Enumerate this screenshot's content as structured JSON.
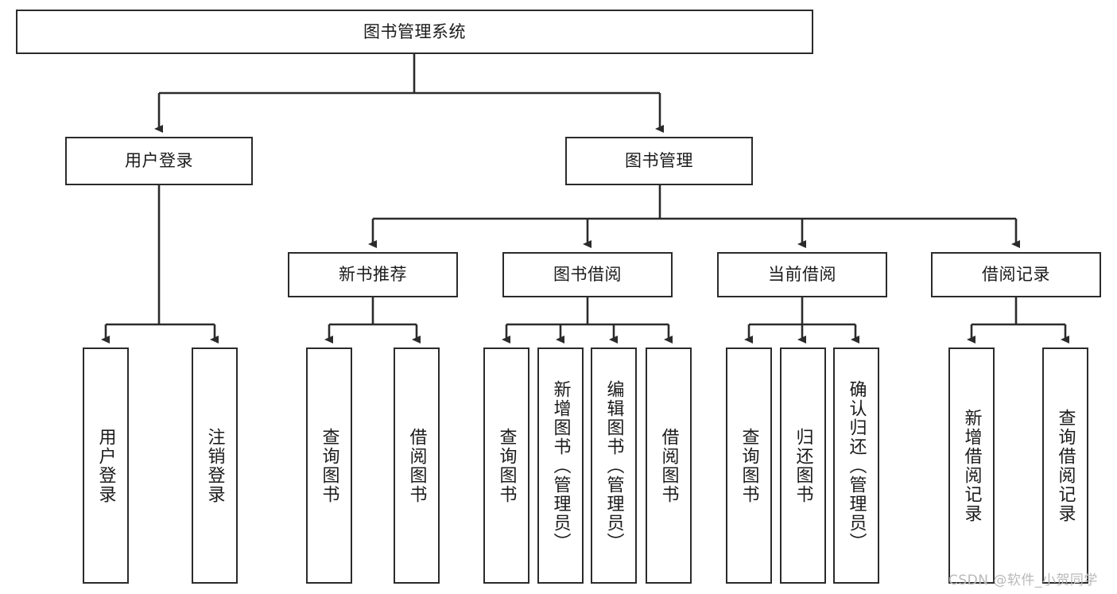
{
  "diagram": {
    "title": "图书管理系统",
    "watermark": "CSDN @软件_小贺同学",
    "colors": {
      "stroke": "#2b2b2b",
      "fill": "#ffffff",
      "text": "#1b1b1b",
      "watermark": "#b9b9b9"
    },
    "levels": {
      "root": {
        "label": "图书管理系统"
      },
      "level2": [
        {
          "label": "用户登录"
        },
        {
          "label": "图书管理"
        }
      ],
      "level3": [
        {
          "label": "新书推荐"
        },
        {
          "label": "图书借阅"
        },
        {
          "label": "当前借阅"
        },
        {
          "label": "借阅记录"
        }
      ],
      "leaves": {
        "user_login": [
          {
            "label": "用户登录"
          },
          {
            "label": "注销登录"
          }
        ],
        "new_book_recommend": [
          {
            "label": "查询图书"
          },
          {
            "label": "借阅图书"
          }
        ],
        "book_borrow": [
          {
            "label": "查询图书"
          },
          {
            "label": "新增图书（管理员）"
          },
          {
            "label": "编辑图书（管理员）"
          },
          {
            "label": "借阅图书"
          }
        ],
        "current_borrow": [
          {
            "label": "查询图书"
          },
          {
            "label": "归还图书"
          },
          {
            "label": "确认归还（管理员）"
          }
        ],
        "borrow_record": [
          {
            "label": "新增借阅记录"
          },
          {
            "label": "查询借阅记录"
          }
        ]
      }
    }
  }
}
